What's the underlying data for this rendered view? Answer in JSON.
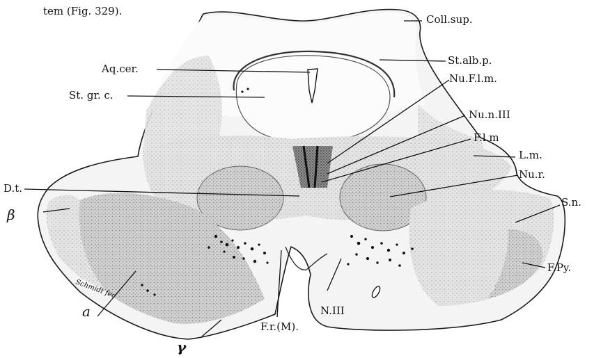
{
  "caption": "tem (Fig. 329).",
  "labels": {
    "coll_sup": "Coll.sup.",
    "aq_cer": "Aq.cer.",
    "st_alb_p": "St.alb.p.",
    "nu_flm": "Nu.F.l.m.",
    "st_gr_c": "St. gr. c.",
    "nu_n_iii": "Nu.n.III",
    "f_l_m": "F.l.m",
    "l_m": "L.m.",
    "nu_r": "Nu.r.",
    "d_t": "D.t.",
    "s_n": "S.n.",
    "beta": "β",
    "f_py": "F.Py.",
    "signature": "Schmidt fec",
    "a": "a",
    "n_iii": "N.III",
    "f_r_m": "F.r.(M).",
    "gamma": "γ"
  }
}
